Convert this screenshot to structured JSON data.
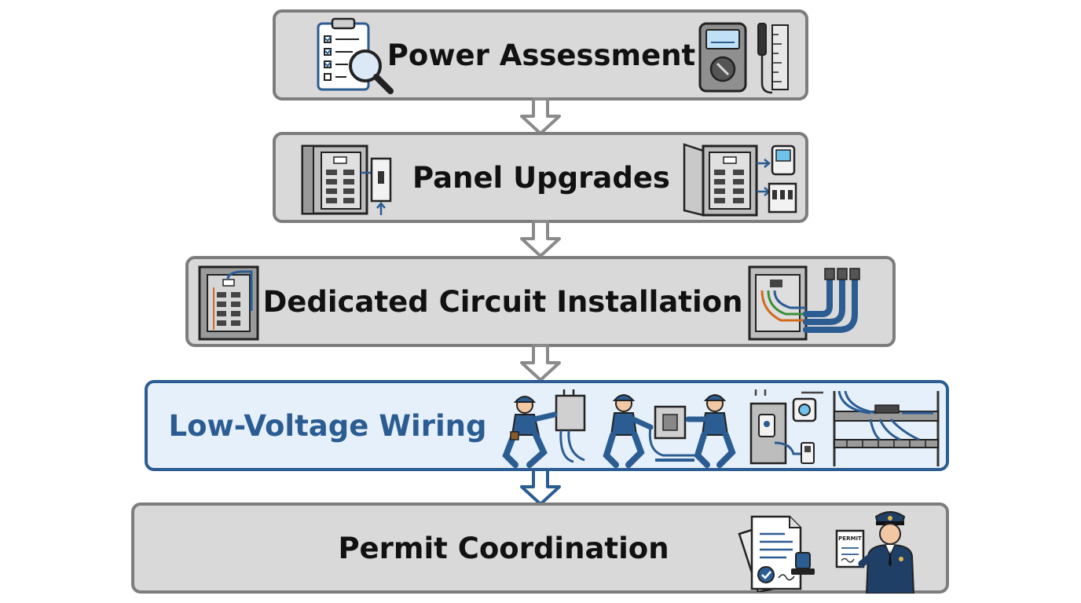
{
  "diagram": {
    "steps": [
      {
        "label": "Power Assessment",
        "highlighted": false
      },
      {
        "label": "Panel Upgrades",
        "highlighted": false
      },
      {
        "label": "Dedicated Circuit Installation",
        "highlighted": false
      },
      {
        "label": "Low-Voltage Wiring",
        "highlighted": true
      },
      {
        "label": "Permit Coordination",
        "highlighted": false
      }
    ],
    "permit_sign_text": "PERMIT",
    "colors": {
      "box_fill": "#d9d9d9",
      "box_border": "#7d7d7d",
      "highlight_fill": "#e6f0fb",
      "highlight_border": "#2b5c92",
      "arrow_gray": "#8a8a8a",
      "arrow_blue": "#2b5c92"
    },
    "icons": {
      "power_left": "clipboard-magnifier-icon",
      "power_right": "multimeter-probe-icon",
      "panel_left": "breaker-panel-icon",
      "panel_right": "panel-meter-icon",
      "circuit_left": "breaker-box-icon",
      "circuit_right": "conduit-panel-icon",
      "lowvoltage_1": "technician-icon",
      "lowvoltage_2": "technicians-pair-icon",
      "lowvoltage_3": "smart-devices-icon",
      "lowvoltage_4": "cable-tray-icon",
      "permit_left": "documents-stamp-icon",
      "permit_right": "inspector-icon"
    }
  }
}
